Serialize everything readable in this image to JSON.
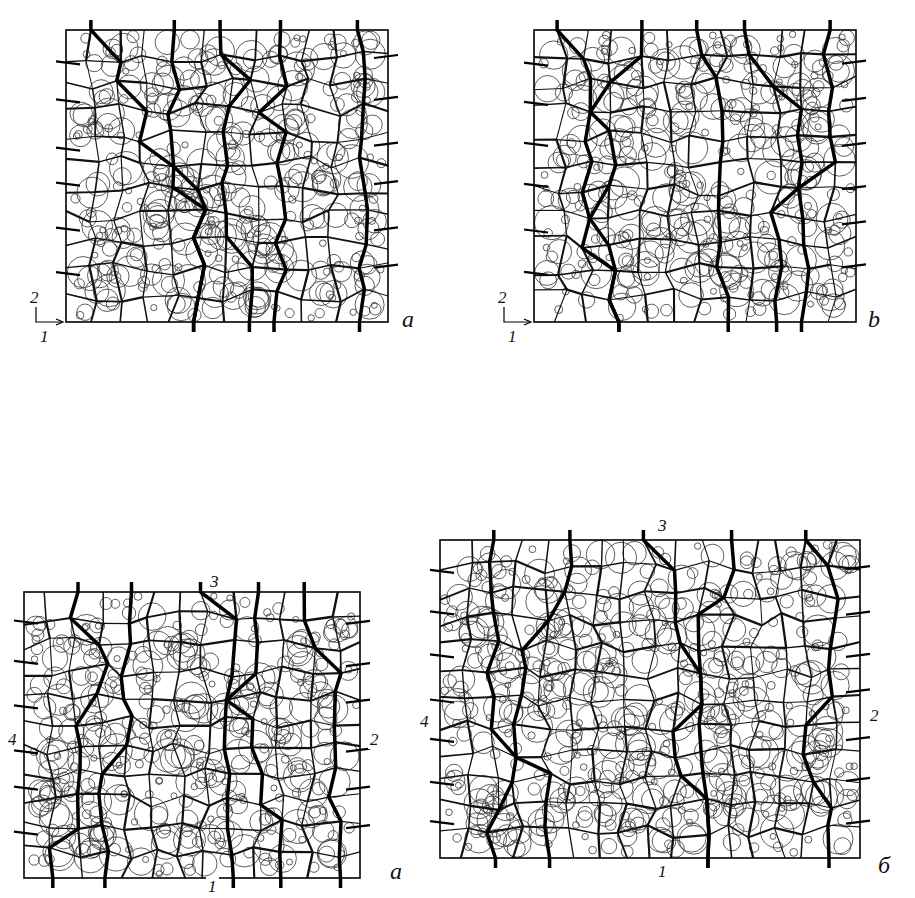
{
  "diagram": {
    "labels": [
      "2",
      "1",
      "a",
      "2",
      "1",
      "b",
      "3",
      "4",
      "2",
      "1",
      "a",
      "3",
      "4",
      "2",
      "1",
      "б"
    ]
  }
}
